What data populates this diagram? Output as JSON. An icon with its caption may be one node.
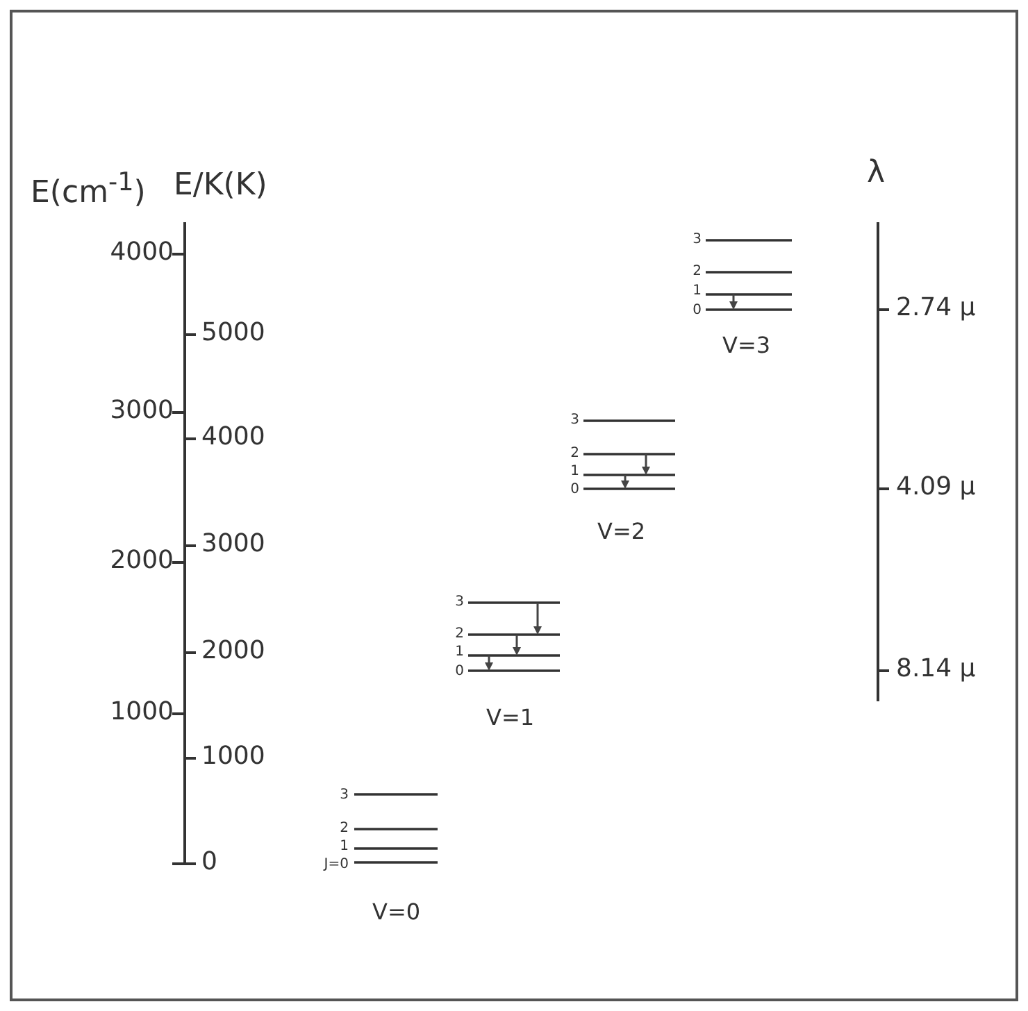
{
  "diagram": {
    "labels": [
      "E(cm$^{-1}$)",
      "E/K(K)",
      "λ",
      "4000",
      "3000",
      "2000",
      "1000",
      "5000",
      "4000",
      "3000",
      "2000",
      "1000",
      "0",
      "3",
      "2",
      "1",
      "0",
      "V=3",
      "3",
      "2",
      "1",
      "0",
      "V=2",
      "3",
      "2",
      "1",
      "0",
      "V=1",
      "3",
      "2",
      "1",
      "J=0",
      "V=0",
      "2.74 μ",
      "4.09 μ",
      "8.14 μ"
    ]
  }
}
